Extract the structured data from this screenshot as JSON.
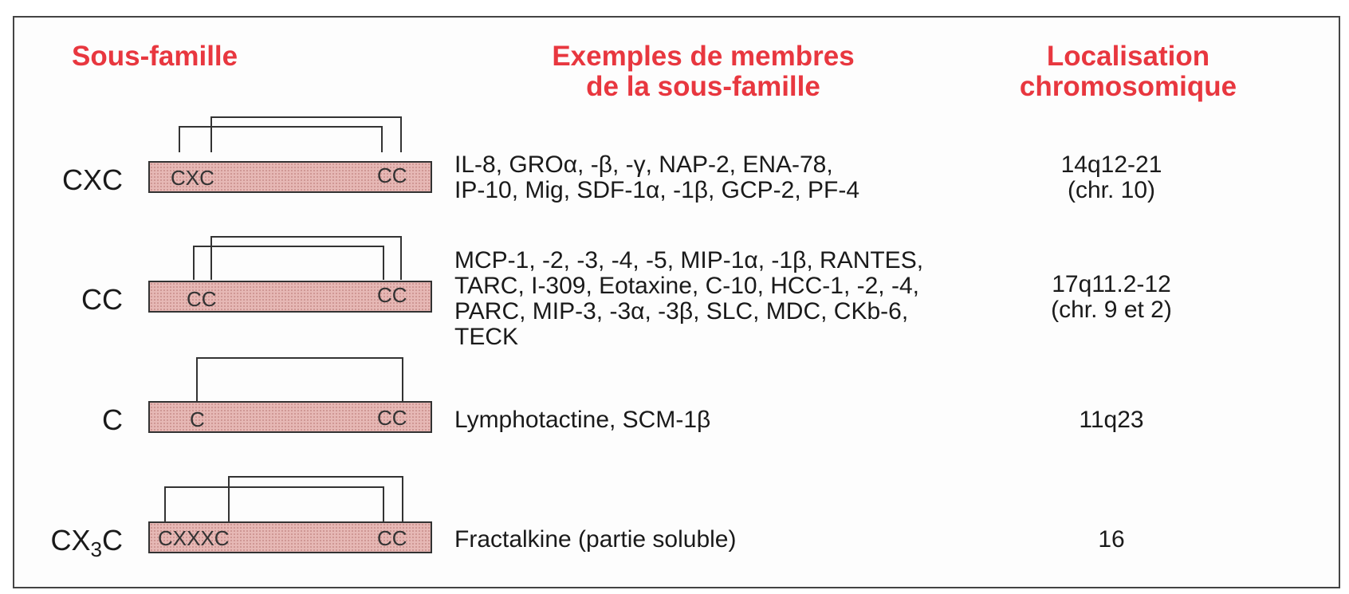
{
  "headers": {
    "subfamily": "Sous-famille",
    "members_line1": "Exemples de membres",
    "members_line2": "de la sous-famille",
    "location_line1": "Localisation",
    "location_line2": "chromosomique"
  },
  "colors": {
    "header": "#e8373f",
    "bar": "#e6b8b5"
  },
  "rows": [
    {
      "label": "CXC",
      "left_motif": "CXC",
      "right_motif": "CC",
      "members": [
        "IL-8, GROα, -β, -γ, NAP-2, ENA-78,",
        "IP-10, Mig, SDF-1α, -1β, GCP-2, PF-4"
      ],
      "location": [
        "14q12-21",
        "(chr. 10)"
      ]
    },
    {
      "label": "CC",
      "left_motif": "CC",
      "right_motif": "CC",
      "members": [
        "MCP-1, -2, -3, -4, -5, MIP-1α, -1β, RANTES,",
        "TARC, I-309, Eotaxine, C-10, HCC-1, -2, -4,",
        "PARC, MIP-3, -3α, -3β, SLC, MDC, CKb-6,",
        "TECK"
      ],
      "location": [
        "17q11.2-12",
        "(chr. 9 et 2)"
      ]
    },
    {
      "label": "C",
      "left_motif": "C",
      "right_motif": "CC",
      "members": [
        "Lymphotactine, SCM-1β"
      ],
      "location": [
        "11q23"
      ]
    },
    {
      "label_main": "CX",
      "label_sub": "3",
      "label_end": "C",
      "left_motif": "CXXXC",
      "right_motif": "CC",
      "members": [
        "Fractalkine (partie soluble)"
      ],
      "location": [
        "16"
      ]
    }
  ]
}
